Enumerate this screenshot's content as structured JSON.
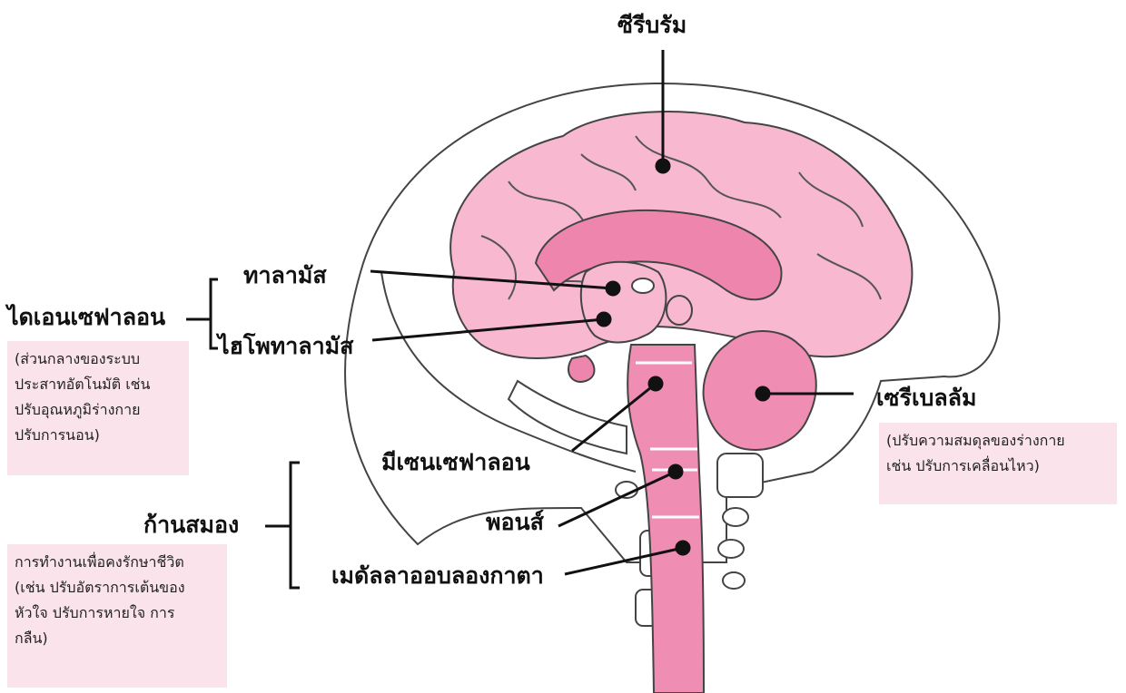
{
  "labels": {
    "cerebrum": "ซีรีบรัม",
    "thalamus": "ทาลามัส",
    "hypothalamus": "ไฮโพทาลามัส",
    "diencephalon": "ไดเอนเซฟาลอน",
    "cerebellum": "เซรีเบลลัม",
    "mesencephalon": "มีเซนเซฟาลอน",
    "pons": "พอนส์",
    "medulla": "เมดัลลาออบลองกาตา",
    "brainstem": "ก้านสมอง"
  },
  "notes": {
    "diencephalon": [
      "(ส่วนกลางของระบบ",
      "ประสาทอัตโนมัติ เช่น",
      "ปรับอุณหภูมิร่างกาย",
      "ปรับการนอน)"
    ],
    "cerebellum": [
      "(ปรับความสมดุลของร่างกาย",
      "เช่น ปรับการเคลื่อนไหว)"
    ],
    "brainstem": [
      "การทำงานเพื่อคงรักษาชีวิต",
      "(เช่น ปรับอัตราการเต้นของ",
      "หัวใจ ปรับการหายใจ การ",
      "กลืน)"
    ]
  },
  "colors": {
    "cerebrum": "#f7b8d0",
    "cerebrum_light": "#fbd3e2",
    "deep": "#ee85ad",
    "brainstem": "#f08db3",
    "note_bg": "#fbe3ec",
    "outline": "#333333"
  }
}
